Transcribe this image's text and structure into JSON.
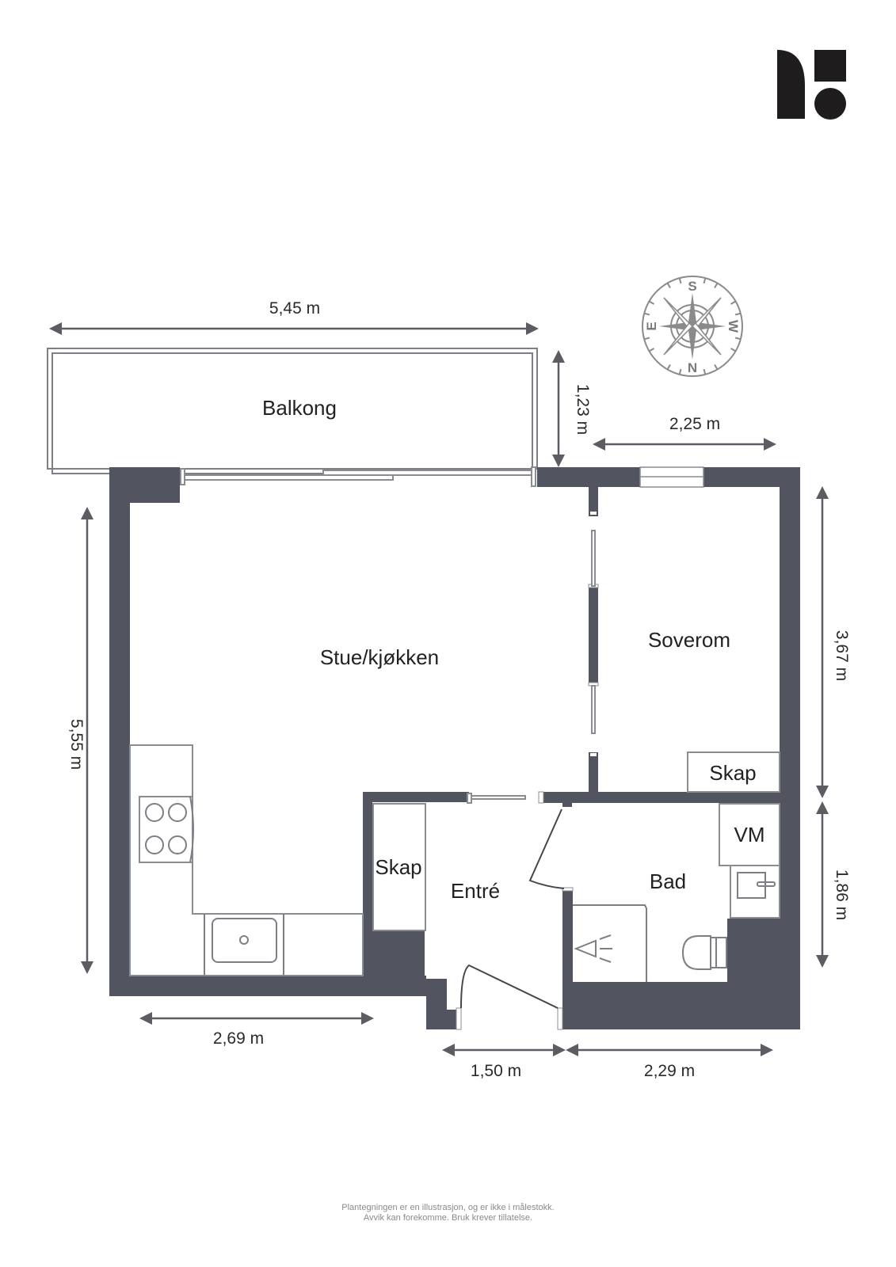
{
  "logo": {
    "name": "brand-logo",
    "color": "#1e1c1c"
  },
  "compass": {
    "north": "N",
    "south": "S",
    "east": "E",
    "west": "W"
  },
  "rooms": {
    "balcony": "Balkong",
    "living_kitchen": "Stue/kjøkken",
    "bedroom": "Soverom",
    "bedroom_closet": "Skap",
    "entry_closet": "Skap",
    "entry": "Entré",
    "bathroom": "Bad",
    "washing_machine": "VM"
  },
  "dimensions": {
    "balcony_width": "5,45 m",
    "balcony_depth": "1,23 m",
    "bedroom_width": "2,25 m",
    "bedroom_depth": "3,67 m",
    "living_depth": "5,55 m",
    "living_bottom_width": "2,69 m",
    "entry_width": "1,50 m",
    "bath_width": "2,29 m",
    "bath_depth": "1,86 m"
  },
  "disclaimer": {
    "line1": "Plantegningen er en illustrasjon, og er ikke i målestokk.",
    "line2": "Avvik kan forekomme. Bruk krever tillatelse."
  },
  "colors": {
    "wall": "#52555f",
    "dimension": "#5b5d63",
    "compass": "#8a8a8a"
  }
}
